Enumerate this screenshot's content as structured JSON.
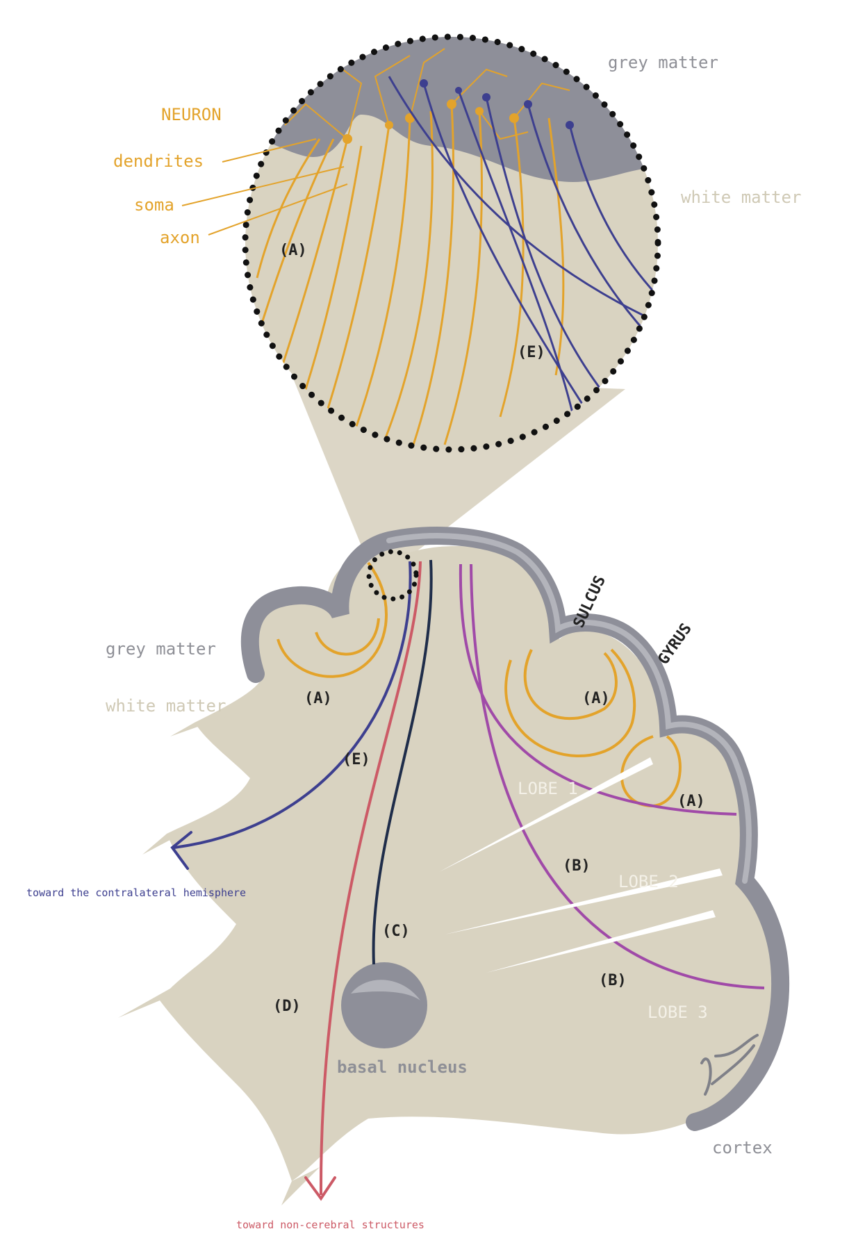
{
  "colors": {
    "background": "#ffffff",
    "white_matter": "#d9d3c1",
    "grey_matter": "#8e8f99",
    "grey_matter_light": "#a9aab1",
    "neuron_orange": "#e3a32b",
    "neuron_blue": "#3d3f8f",
    "path_projection_red": "#cc5a66",
    "path_basal_navy": "#1f2d4a",
    "path_association_purple": "#a04aa8",
    "label_orange": "#e3a32b",
    "label_grey": "#8e8f96",
    "label_faint": "#cfc9b5",
    "label_dark": "#222222"
  },
  "zoom": {
    "grey_matter": "grey matter",
    "white_matter": "white matter",
    "neuron": "NEURON",
    "dendrites": "dendrites",
    "soma": "soma",
    "axon": "axon",
    "path_a": "(A)",
    "path_e": "(E)"
  },
  "brain": {
    "grey_matter": "grey matter",
    "white_matter": "white matter",
    "sulcus": "SULCUS",
    "gyrus": "GYRUS",
    "lobe_1": "LOBE 1",
    "lobe_2": "LOBE 2",
    "lobe_3": "LOBE 3",
    "basal_nucleus": "basal nucleus",
    "cortex": "cortex",
    "path_a_left": "(A)",
    "path_a_mid": "(A)",
    "path_a_right": "(A)",
    "path_b_upper": "(B)",
    "path_b_lower": "(B)",
    "path_c": "(C)",
    "path_d": "(D)",
    "path_e": "(E)",
    "to_contralateral": "toward the contralateral hemisphere",
    "to_noncerebral": "toward non-cerebral structures"
  }
}
